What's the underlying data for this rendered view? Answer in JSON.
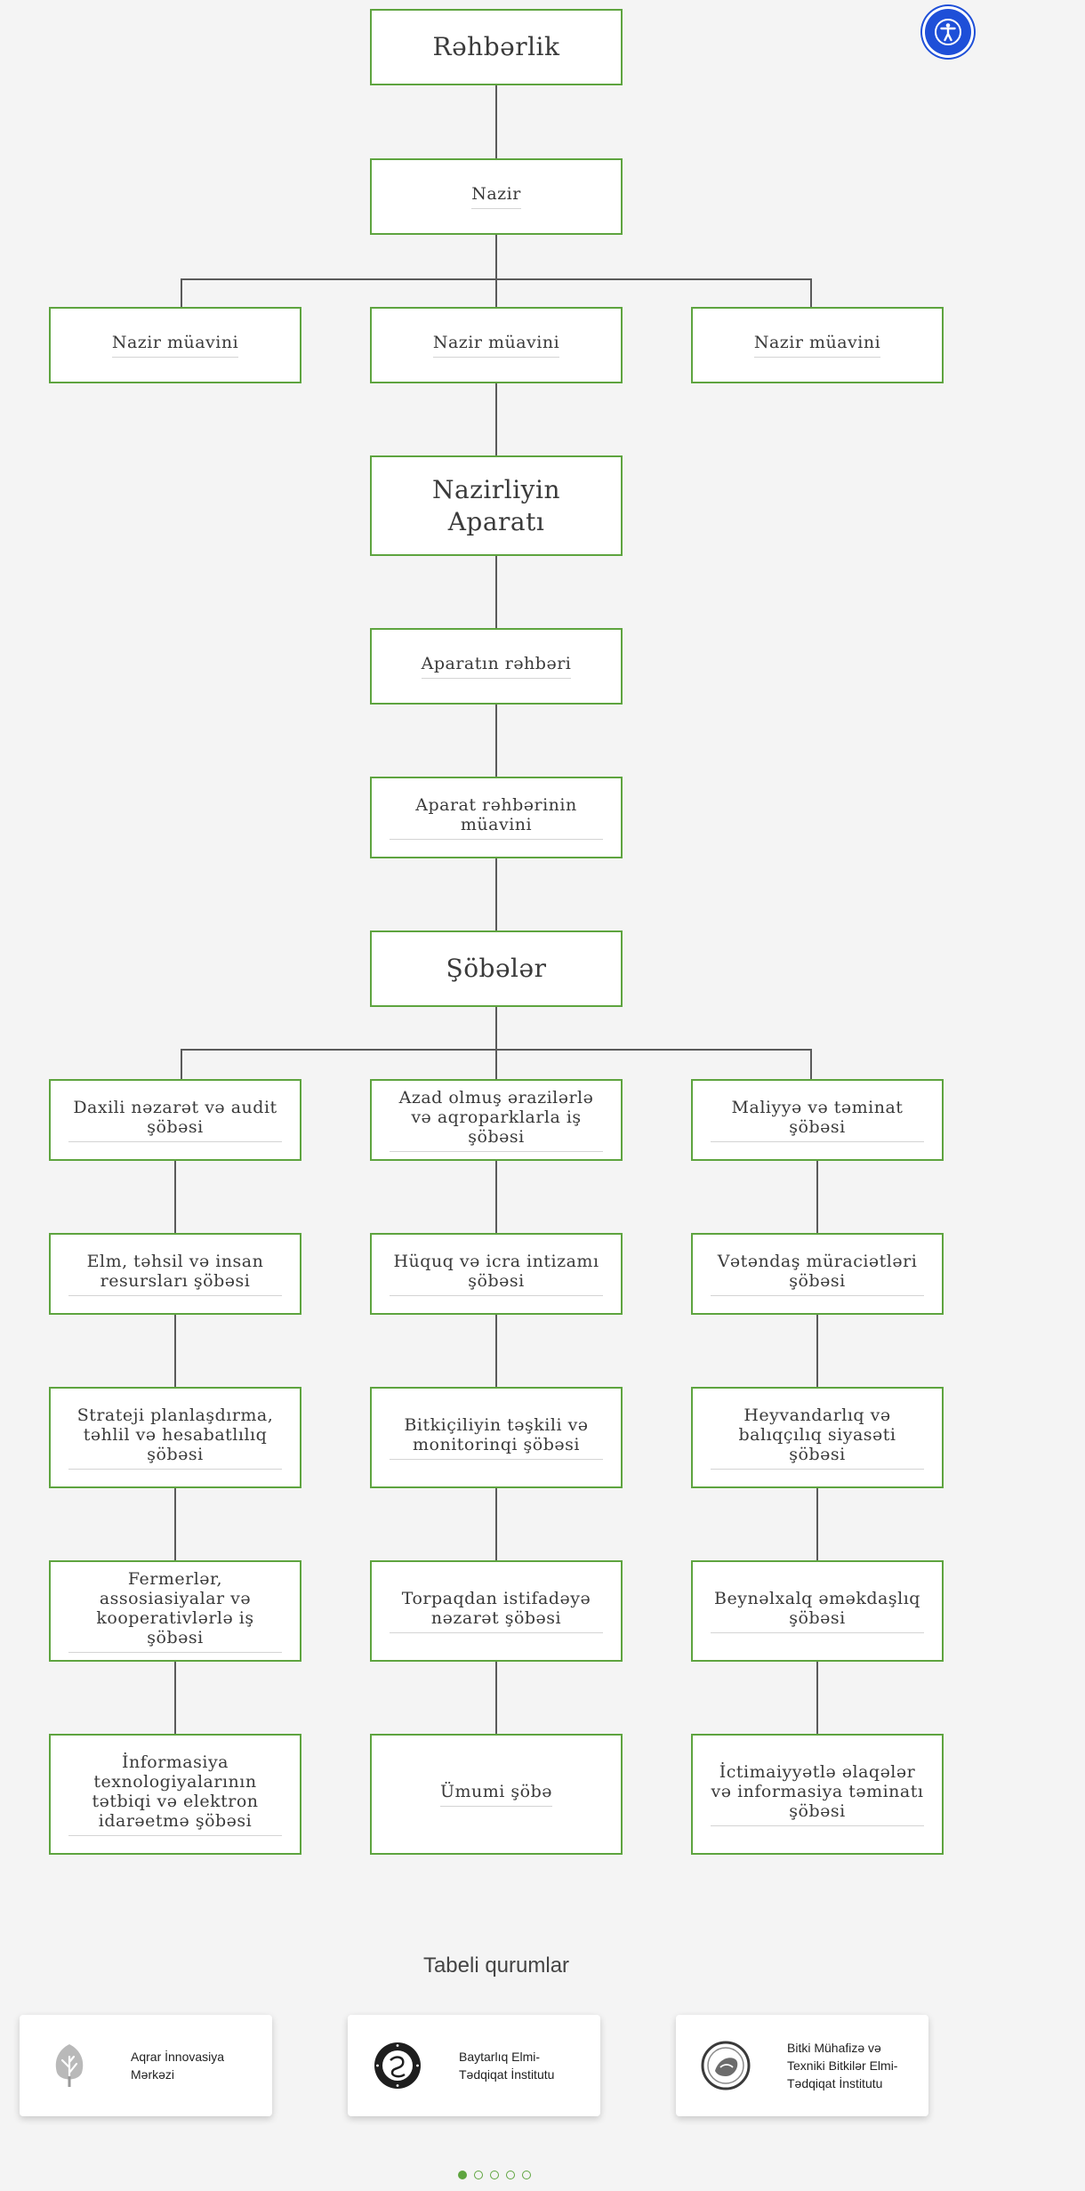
{
  "accessibility": {
    "icon": "accessibility-icon",
    "color": "#1e4fd8"
  },
  "org": {
    "leadership": "Rəhbərlik",
    "minister": "Nazir",
    "deputies": [
      "Nazir müavini",
      "Nazir müavini",
      "Nazir müavini"
    ],
    "apparatus": "Nazirliyin Aparatı",
    "apparatus_head": "Aparatın rəhbəri",
    "apparatus_deputy": "Aparat rəhbərinin müavini",
    "departments_title": "Şöbələr",
    "departments": {
      "left": [
        "Daxili nəzarət və audit şöbəsi",
        "Elm, təhsil və insan resursları şöbəsi",
        "Strateji planlaşdırma, təhlil və hesabatlılıq şöbəsi",
        "Fermerlər, assosiasiyalar və kooperativlərlə iş şöbəsi",
        "İnformasiya texnologiyalarının tətbiqi və elektron idarəetmə şöbəsi"
      ],
      "center": [
        "Azad olmuş ərazilərlə və aqroparklarla iş şöbəsi",
        "Hüquq və icra intizamı şöbəsi",
        "Bitkiçiliyin təşkili və monitorinqi şöbəsi",
        "Torpaqdan istifadəyə nəzarət şöbəsi",
        "Ümumi şöbə"
      ],
      "right": [
        "Maliyyə və təminat şöbəsi",
        "Vətəndaş müraciətləri şöbəsi",
        "Heyvandarlıq və balıqçılıq siyasəti şöbəsi",
        "Beynəlxalq əməkdaşlıq şöbəsi",
        "İctimaiyyətlə əlaqələr və informasiya təminatı şöbəsi"
      ]
    }
  },
  "subordinate": {
    "title": "Tabeli qurumlar",
    "cards": [
      {
        "name": "Aqrar İnnovasiya Mərkəzi",
        "logo": "tree-logo-icon"
      },
      {
        "name": "Baytarlıq Elmi-Tədqiqat İnstitutu",
        "logo": "veterinary-seal-icon"
      },
      {
        "name": "Bitki Mühafizə və Texniki Bitkilər Elmi-Tədqiqat İnstitutu",
        "logo": "plant-protection-seal-icon"
      }
    ],
    "pagination": {
      "total": 5,
      "active": 1
    }
  },
  "colors": {
    "accent": "#5ea43f",
    "connector": "#5a5a5a",
    "background": "#f4f4f4"
  }
}
